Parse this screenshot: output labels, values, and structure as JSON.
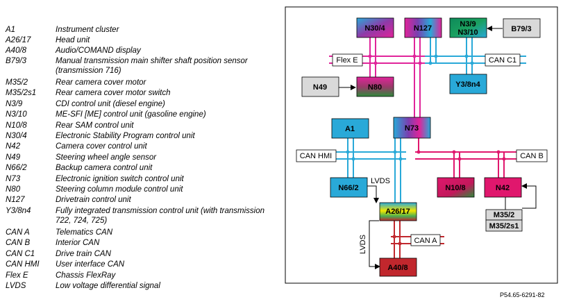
{
  "legend": [
    {
      "code": "A1",
      "desc": "Instrument cluster"
    },
    {
      "code": "A26/17",
      "desc": "Head unit"
    },
    {
      "code": "A40/8",
      "desc": "Audio/COMAND display"
    },
    {
      "code": "B79/3",
      "desc": "Manual transmission main shifter shaft position sensor (transmission 716)"
    },
    {
      "code": "M35/2",
      "desc": "Rear camera cover motor"
    },
    {
      "code": "M35/2s1",
      "desc": "Rear camera cover motor switch"
    },
    {
      "code": "N3/9",
      "desc": "CDI control unit (diesel engine)"
    },
    {
      "code": "N3/10",
      "desc": "ME-SFI [ME] control unit (gasoline engine)"
    },
    {
      "code": "N10/8",
      "desc": "Rear SAM control unit"
    },
    {
      "code": "N30/4",
      "desc": "Electronic Stability Program control unit"
    },
    {
      "code": "N42",
      "desc": "Camera cover control unit"
    },
    {
      "code": "N49",
      "desc": "Steering wheel angle sensor"
    },
    {
      "code": "N66/2",
      "desc": "Backup camera control unit"
    },
    {
      "code": "N73",
      "desc": "Electronic ignition switch control unit"
    },
    {
      "code": "N80",
      "desc": "Steering column module control unit"
    },
    {
      "code": "N127",
      "desc": "Drivetrain control unit"
    },
    {
      "code": "Y3/8n4",
      "desc": "Fully integrated transmission control unit (with transmission 722, 724, 725)"
    },
    {
      "code": "CAN A",
      "desc": "Telematics CAN"
    },
    {
      "code": "CAN B",
      "desc": "Interior CAN"
    },
    {
      "code": "CAN C1",
      "desc": "Drive train CAN"
    },
    {
      "code": "CAN HMI",
      "desc": "User interface CAN"
    },
    {
      "code": "Flex E",
      "desc": "Chassis FlexRay"
    },
    {
      "code": "LVDS",
      "desc": "Low voltage differential signal"
    }
  ],
  "nodes": {
    "n30_4": "N30/4",
    "n127": "N127",
    "n3_9": "N3/9",
    "n3_10": "N3/10",
    "b79_3": "B79/3",
    "n49": "N49",
    "n80": "N80",
    "y3_8n4": "Y3/8n4",
    "a1": "A1",
    "n73": "N73",
    "n66_2": "N66/2",
    "a26_17": "A26/17",
    "n10_8": "N10/8",
    "n42": "N42",
    "m35_2": "M35/2",
    "m35_2s1": "M35/2s1",
    "a40_8": "A40/8"
  },
  "buses": {
    "flex_e": "Flex E",
    "can_c1": "CAN C1",
    "can_hmi": "CAN HMI",
    "can_b": "CAN B",
    "can_a": "CAN A",
    "lvds_1": "LVDS",
    "lvds_2": "LVDS"
  },
  "colors": {
    "flex_e": "#e0249a",
    "can_c1": "#29a9d8",
    "can_hmi": "#29a9d8",
    "can_b": "#e0176d",
    "can_a": "#c1272d",
    "node_blue": "#29a9d8",
    "node_magenta": "#e0176d",
    "node_red": "#c1272d",
    "node_gray": "#d9d9d9"
  },
  "caption": "P54.65-6291-82"
}
